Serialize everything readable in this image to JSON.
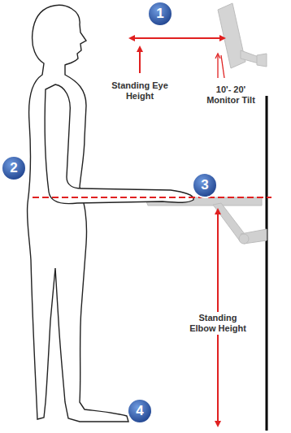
{
  "diagram": {
    "labels": [
      "1",
      "Standing Eye Height",
      "10'- 20' Monitor Tilt",
      "2",
      "3",
      "Standing Elbow Height",
      "4"
    ]
  }
}
